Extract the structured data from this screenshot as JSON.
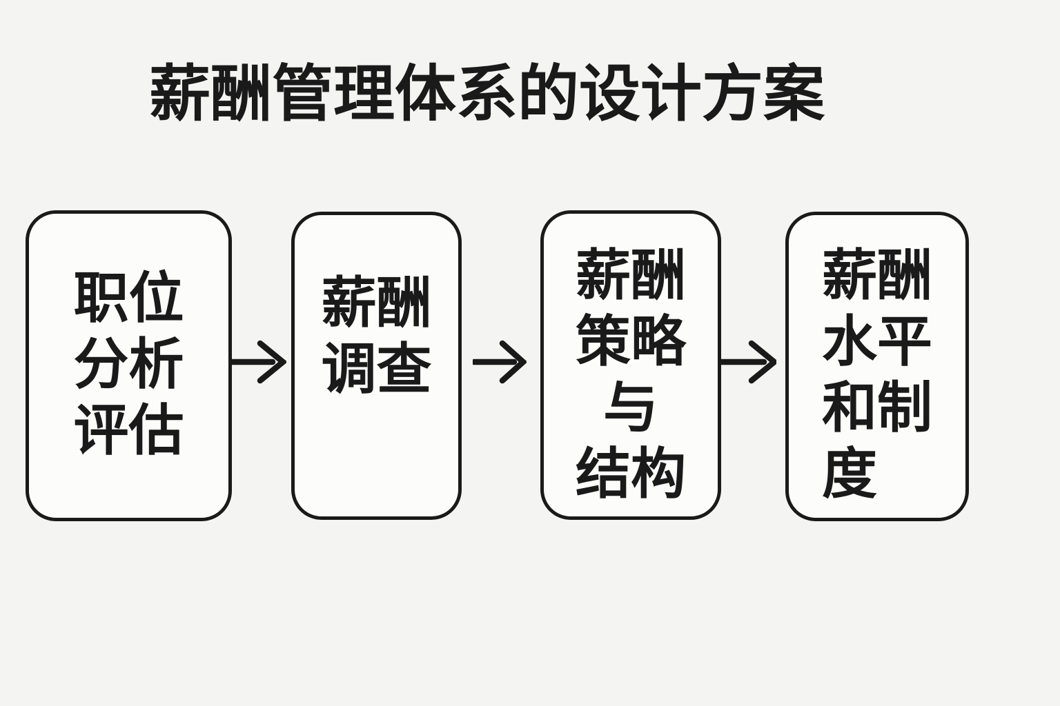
{
  "title": "薪酬管理体系的设计方案",
  "colors": {
    "background": "#f4f4f2",
    "ink": "#1a1a1a",
    "box_fill": "#fcfcfb"
  },
  "flow": {
    "steps": [
      {
        "label": "职位分析评估",
        "lines": [
          "职位",
          "分析",
          "评估"
        ]
      },
      {
        "label": "薪酬调查",
        "lines": [
          "薪酬",
          "调查"
        ]
      },
      {
        "label": "薪酬策略与结构",
        "lines": [
          "薪酬",
          "策略",
          "与",
          "结构"
        ]
      },
      {
        "label": "薪酬水平和制度",
        "lines": [
          "薪酬",
          "水平",
          "和制",
          "度"
        ]
      }
    ],
    "connectors": [
      {
        "icon": "arrow-right-icon",
        "from": "职位分析评估",
        "to": "薪酬调查"
      },
      {
        "icon": "arrow-right-icon",
        "from": "薪酬调查",
        "to": "薪酬策略与结构"
      },
      {
        "icon": "arrow-right-icon",
        "from": "薪酬策略与结构",
        "to": "薪酬水平和制度"
      }
    ]
  }
}
